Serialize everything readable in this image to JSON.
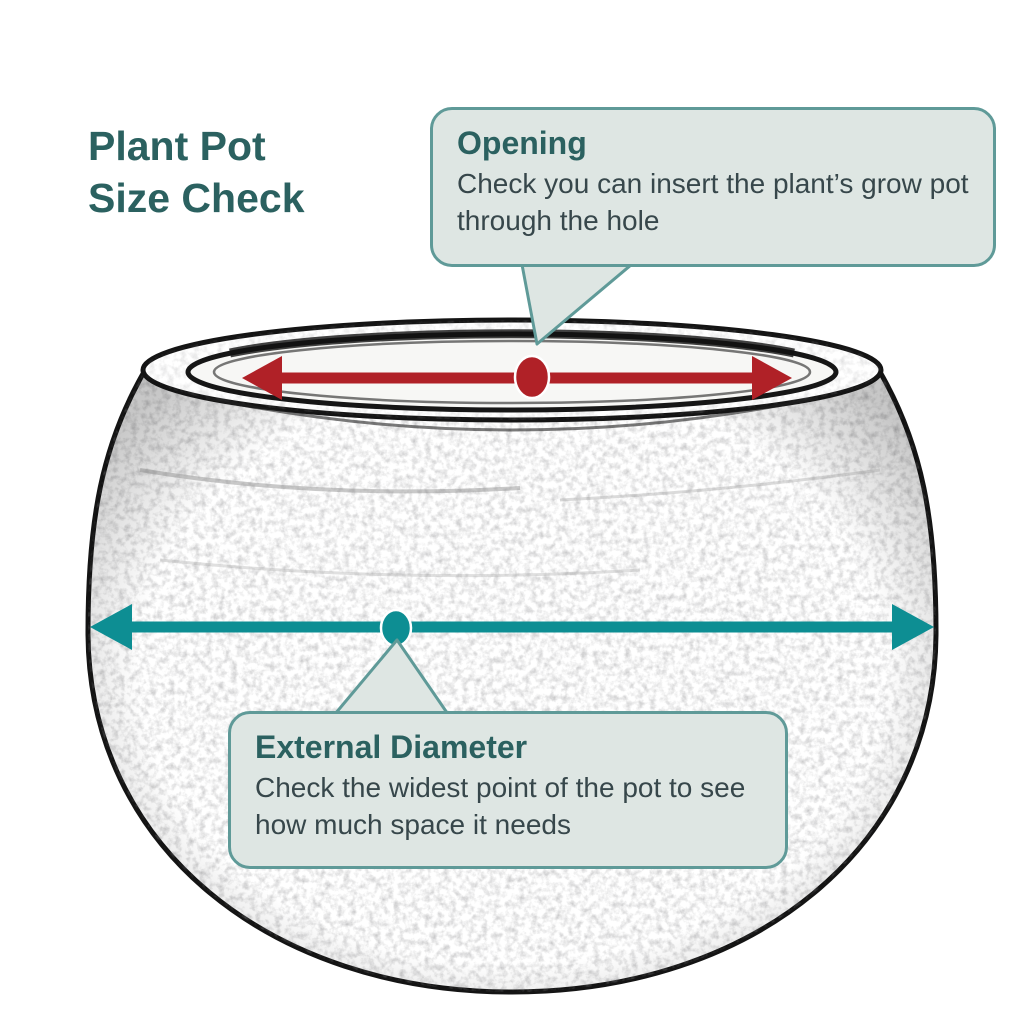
{
  "header": {
    "title_line1": "Plant Pot",
    "title_line2": "Size Check"
  },
  "callouts": {
    "opening": {
      "title": "Opening",
      "body": "Check you can insert the plant’s grow pot through the hole"
    },
    "external_diameter": {
      "title": "External Diameter",
      "body": "Check the widest point of the pot to see how much space it needs"
    }
  },
  "markers": {
    "opening_marker": "red-dot",
    "external_diameter_marker": "teal-dot"
  },
  "colors": {
    "title_text": "#2b6160",
    "callout_background": "#dee6e3",
    "callout_border": "#5f9a98",
    "callout_body_text": "#37474b",
    "opening_arrow_red": "#b02127",
    "diameter_arrow_teal": "#0d8e93"
  }
}
